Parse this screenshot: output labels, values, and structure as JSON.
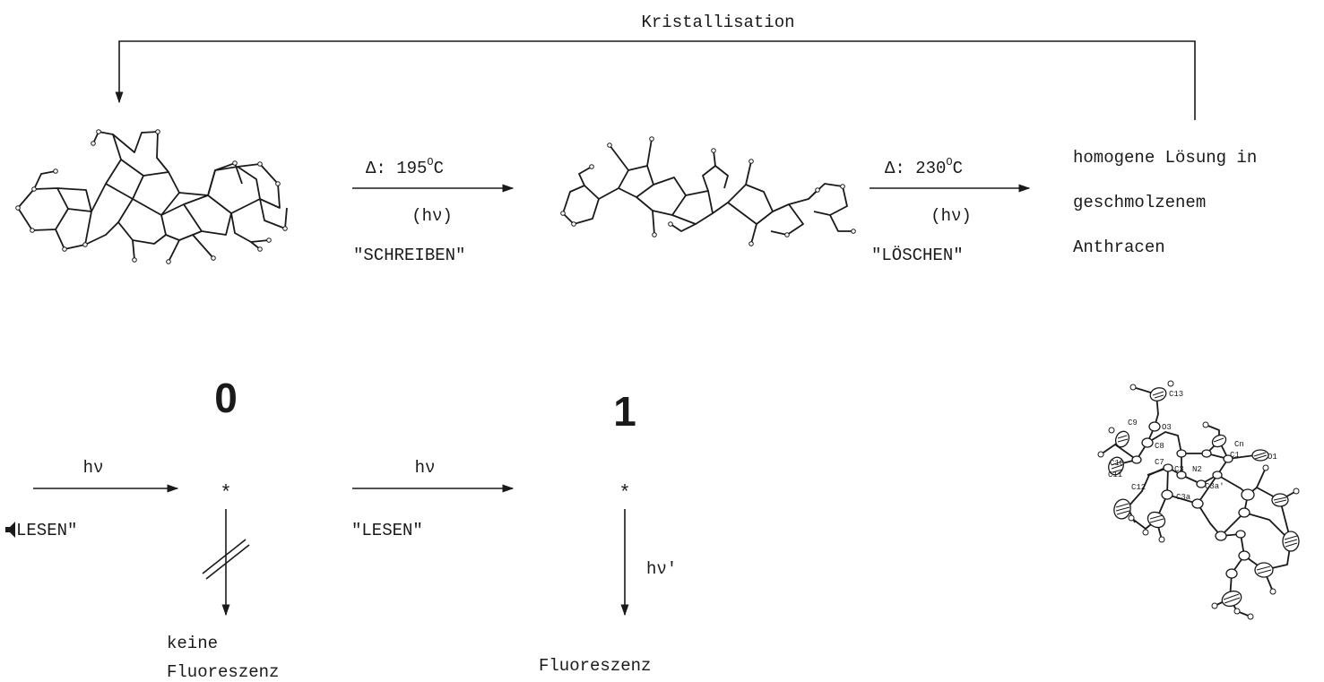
{
  "top_loop": {
    "label": "Kristallisation"
  },
  "step_write": {
    "condition_symbol": "Δ: 195",
    "condition_degree": "O",
    "condition_unit": "C",
    "photo": "(hν)",
    "name": "\"SCHREIBEN\""
  },
  "step_erase": {
    "condition_symbol": "Δ: 230",
    "condition_degree": "O",
    "condition_unit": "C",
    "photo": "(hν)",
    "name": "\"LÖSCHEN\""
  },
  "melt_state": {
    "lines": [
      "homogene Lösung in",
      "geschmolzenem",
      "Anthracen"
    ]
  },
  "state_zero": {
    "bit": "0",
    "excite": "hν",
    "read": "LESEN\"",
    "star": "*",
    "result_lines": [
      "keine",
      "Fluoreszenz"
    ]
  },
  "state_one": {
    "bit": "1",
    "excite": "hν",
    "read": "\"LESEN\"",
    "star": "*",
    "emission": "hν'",
    "result": "Fluoreszenz"
  },
  "crystal_structure": {
    "atom_labels": [
      "C13",
      "C9",
      "O3",
      "C8",
      "Cn",
      "C10",
      "N2",
      "C1",
      "C7",
      "C3",
      "C11",
      "O1",
      "C12",
      "C3a",
      "C3a'"
    ]
  },
  "icons": {
    "speaker": "speaker-icon",
    "dimer": "dimer-molecule-icon",
    "monomer_pair": "monomer-pair-molecule-icon",
    "ortep": "ortep-crystal-structure-icon"
  }
}
